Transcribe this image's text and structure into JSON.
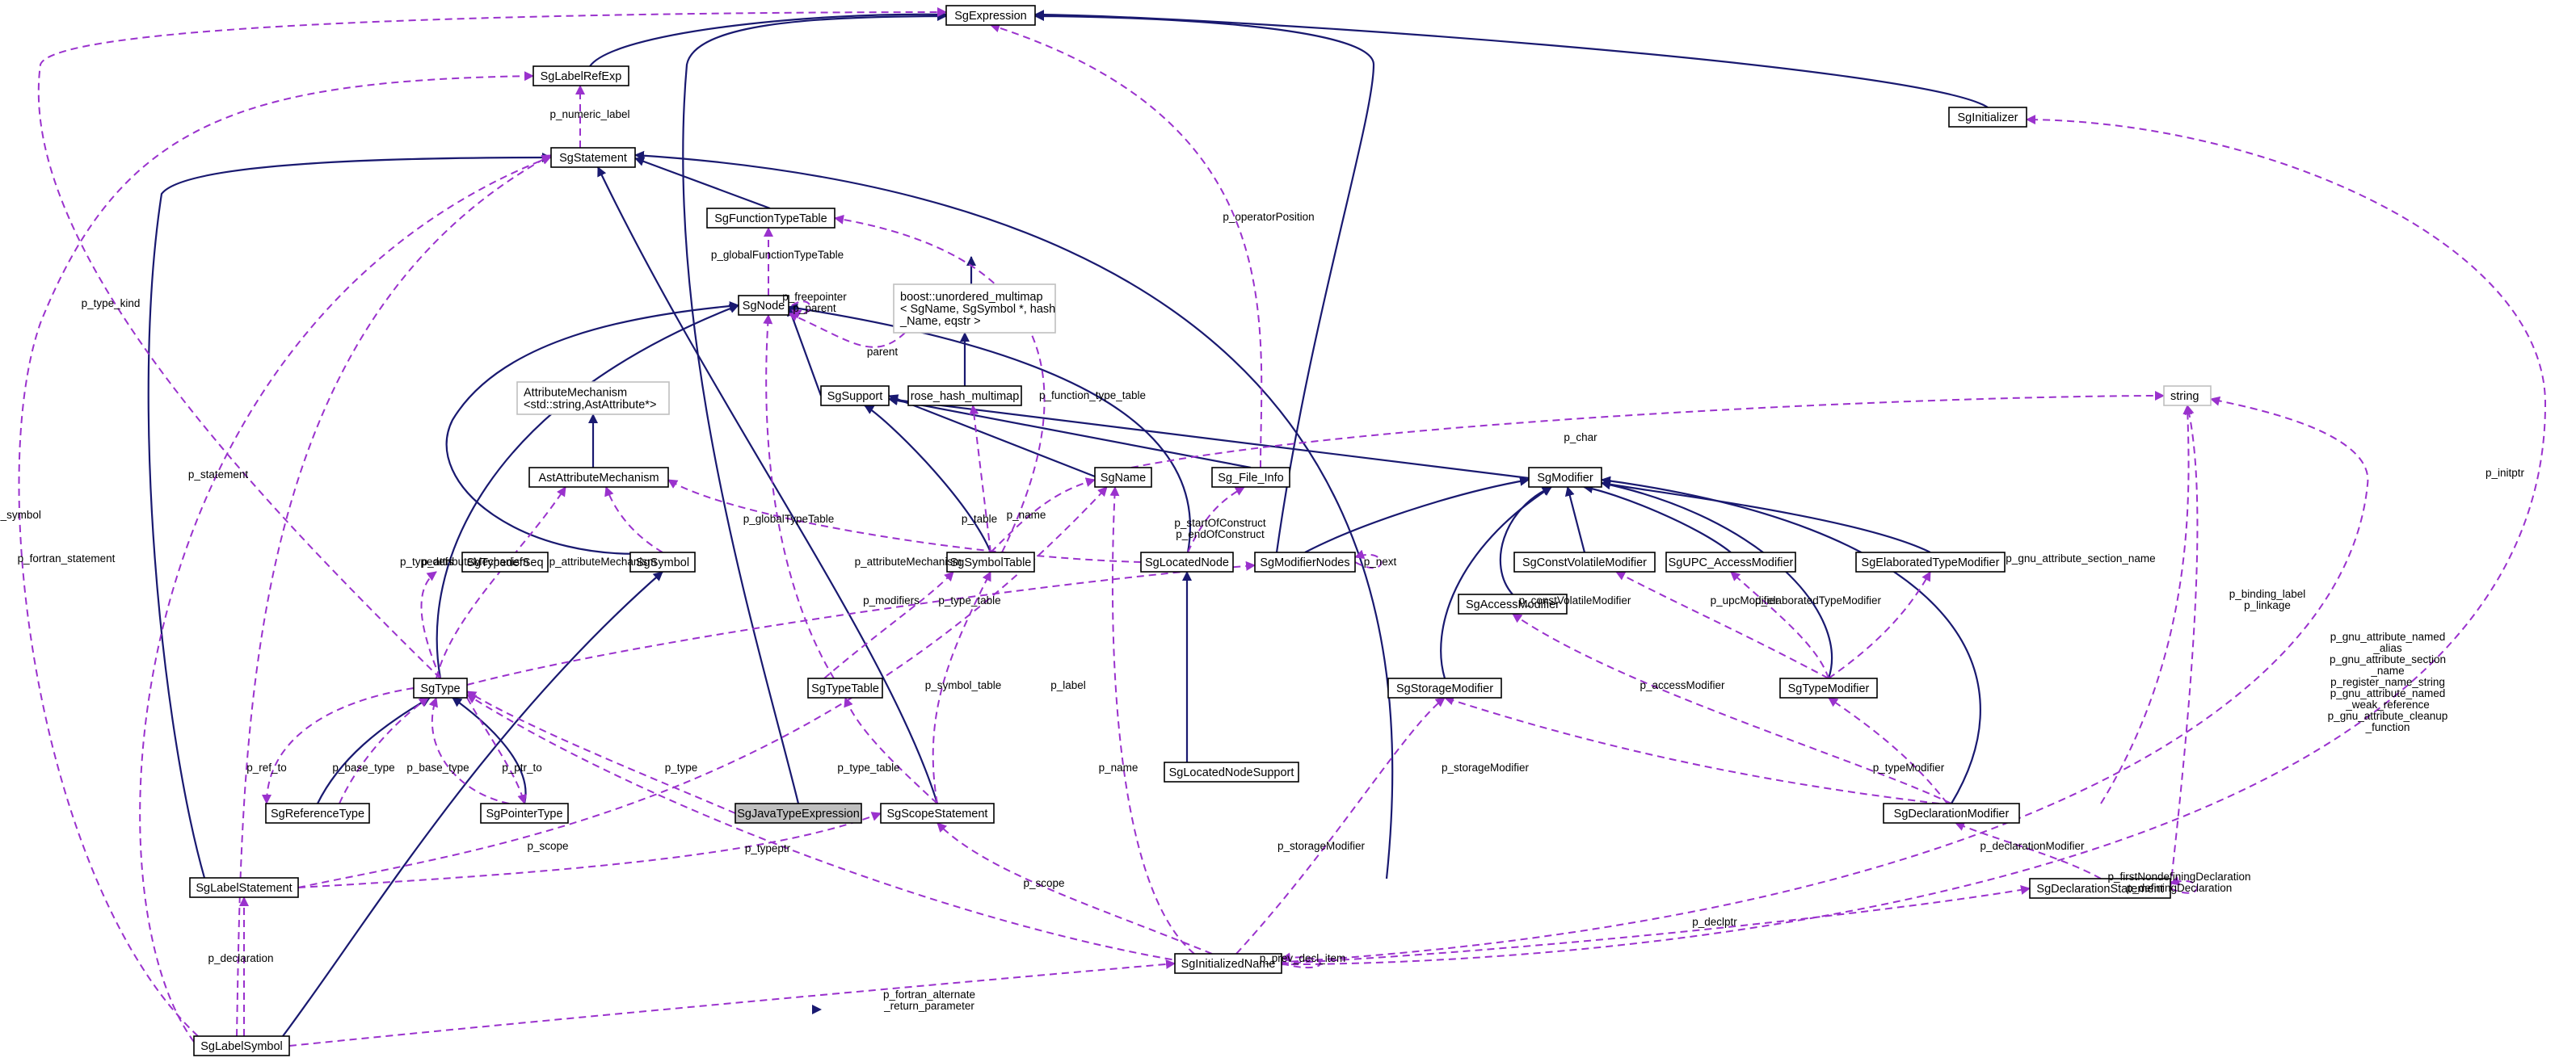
{
  "diagram": {
    "title": "",
    "colors": {
      "inheritance": "#191970",
      "usage": "#9a32cd",
      "node_border": "#000000",
      "highlight_fill": "#bfbfbf",
      "external_border": "#bfbfbf"
    },
    "nodes": [
      {
        "id": "SgExpression",
        "label": "SgExpression"
      },
      {
        "id": "SgLabelRefExp",
        "label": "SgLabelRefExp"
      },
      {
        "id": "SgInitializer",
        "label": "SgInitializer"
      },
      {
        "id": "SgStatement",
        "label": "SgStatement"
      },
      {
        "id": "SgFunctionTypeTable",
        "label": "SgFunctionTypeTable"
      },
      {
        "id": "SgNode",
        "label": "SgNode"
      },
      {
        "id": "boost_multimap",
        "label": "boost::unordered_multimap\n< SgName, SgSymbol *, hash\n_Name, eqstr >",
        "external": true
      },
      {
        "id": "AttributeMechanism",
        "label": "AttributeMechanism\n<std::string,AstAttribute*>",
        "external": true
      },
      {
        "id": "SgSupport",
        "label": "SgSupport"
      },
      {
        "id": "rose_hash_multimap",
        "label": "rose_hash_multimap"
      },
      {
        "id": "string",
        "label": "string",
        "external": true
      },
      {
        "id": "AstAttributeMechanism",
        "label": "AstAttributeMechanism"
      },
      {
        "id": "SgName",
        "label": "SgName"
      },
      {
        "id": "Sg_File_Info",
        "label": "Sg_File_Info"
      },
      {
        "id": "SgModifier",
        "label": "SgModifier"
      },
      {
        "id": "SgTypedefSeq",
        "label": "SgTypedefSeq"
      },
      {
        "id": "SgSymbol",
        "label": "SgSymbol"
      },
      {
        "id": "SgSymbolTable",
        "label": "SgSymbolTable"
      },
      {
        "id": "SgLocatedNode",
        "label": "SgLocatedNode"
      },
      {
        "id": "SgModifierNodes",
        "label": "SgModifierNodes"
      },
      {
        "id": "SgConstVolatileModifier",
        "label": "SgConstVolatileModifier"
      },
      {
        "id": "SgUPC_AccessModifier",
        "label": "SgUPC_AccessModifier"
      },
      {
        "id": "SgElaboratedTypeModifier",
        "label": "SgElaboratedTypeModifier"
      },
      {
        "id": "SgAccessModifier",
        "label": "SgAccessModifier"
      },
      {
        "id": "SgType",
        "label": "SgType"
      },
      {
        "id": "SgTypeTable",
        "label": "SgTypeTable"
      },
      {
        "id": "SgStorageModifier",
        "label": "SgStorageModifier"
      },
      {
        "id": "SgTypeModifier",
        "label": "SgTypeModifier"
      },
      {
        "id": "SgLocatedNodeSupport",
        "label": "SgLocatedNodeSupport"
      },
      {
        "id": "SgReferenceType",
        "label": "SgReferenceType"
      },
      {
        "id": "SgPointerType",
        "label": "SgPointerType"
      },
      {
        "id": "SgJavaTypeExpression",
        "label": "SgJavaTypeExpression",
        "highlighted": true
      },
      {
        "id": "SgScopeStatement",
        "label": "SgScopeStatement"
      },
      {
        "id": "SgDeclarationModifier",
        "label": "SgDeclarationModifier"
      },
      {
        "id": "SgLabelStatement",
        "label": "SgLabelStatement"
      },
      {
        "id": "SgDeclarationStatement",
        "label": "SgDeclarationStatement"
      },
      {
        "id": "SgInitializedName",
        "label": "SgInitializedName"
      },
      {
        "id": "SgLabelSymbol",
        "label": "SgLabelSymbol"
      }
    ],
    "edge_labels": [
      {
        "id": "p_numeric_label",
        "text": "p_numeric_label"
      },
      {
        "id": "p_operatorPosition",
        "text": "p_operatorPosition"
      },
      {
        "id": "p_globalFunctionTypeTable",
        "text": "p_globalFunctionTypeTable"
      },
      {
        "id": "p_freepointer",
        "text": "p_freepointer\np_parent"
      },
      {
        "id": "parent",
        "text": "parent"
      },
      {
        "id": "p_type_kind",
        "text": "p_type_kind"
      },
      {
        "id": "p_function_type_table",
        "text": "p_function_type_table"
      },
      {
        "id": "p_initptr",
        "text": "p_initptr"
      },
      {
        "id": "p_char",
        "text": "p_char"
      },
      {
        "id": "p_statement",
        "text": "p_statement"
      },
      {
        "id": "p_symbol",
        "text": "p_symbol"
      },
      {
        "id": "p_globalTypeTable",
        "text": "p_globalTypeTable"
      },
      {
        "id": "p_table",
        "text": "p_table"
      },
      {
        "id": "p_name_sym",
        "text": "p_name"
      },
      {
        "id": "p_attributeMechanism_1",
        "text": "p_attributeMechanism"
      },
      {
        "id": "p_startOfConstruct",
        "text": "p_startOfConstruct\np_endOfConstruct"
      },
      {
        "id": "p_gnu_attribute_section_name",
        "text": "p_gnu_attribute_section_name"
      },
      {
        "id": "p_fortran_statement",
        "text": "p_fortran_statement"
      },
      {
        "id": "p_typedefs",
        "text": "p_typedefs"
      },
      {
        "id": "p_attributeMechanism_2",
        "text": "p_attributeMechanism"
      },
      {
        "id": "p_attributeMechanism_3",
        "text": "p_attributeMechanism"
      },
      {
        "id": "p_next",
        "text": "p_next"
      },
      {
        "id": "p_modifiers",
        "text": "p_modifiers"
      },
      {
        "id": "p_type_table",
        "text": "p_type_table"
      },
      {
        "id": "p_constVolatileModifier",
        "text": "p_constVolatileModifier"
      },
      {
        "id": "p_upcModifier",
        "text": "p_upcModifier"
      },
      {
        "id": "p_elaboratedTypeModifier",
        "text": "p_elaboratedTypeModifier"
      },
      {
        "id": "p_binding_label",
        "text": "p_binding_label\np_linkage"
      },
      {
        "id": "p_gnu_attribute_named",
        "text": "p_gnu_attribute_named\n_alias\np_gnu_attribute_section\n_name\np_register_name_string\np_gnu_attribute_named\n_weak_reference\np_gnu_attribute_cleanup\n_function"
      },
      {
        "id": "p_symbol_table",
        "text": "p_symbol_table"
      },
      {
        "id": "p_label",
        "text": "p_label"
      },
      {
        "id": "p_accessModifier",
        "text": "p_accessModifier"
      },
      {
        "id": "p_ref_to",
        "text": "p_ref_to"
      },
      {
        "id": "p_base_type_1",
        "text": "p_base_type"
      },
      {
        "id": "p_base_type_2",
        "text": "p_base_type"
      },
      {
        "id": "p_ptr_to",
        "text": "p_ptr_to"
      },
      {
        "id": "p_type",
        "text": "p_type"
      },
      {
        "id": "p_type_table_2",
        "text": "p_type_table"
      },
      {
        "id": "p_name_init",
        "text": "p_name"
      },
      {
        "id": "p_storageModifier_1",
        "text": "p_storageModifier"
      },
      {
        "id": "p_typeModifier",
        "text": "p_typeModifier"
      },
      {
        "id": "p_scope_1",
        "text": "p_scope"
      },
      {
        "id": "p_typeptr",
        "text": "p_typeptr"
      },
      {
        "id": "p_storageModifier_2",
        "text": "p_storageModifier"
      },
      {
        "id": "p_declarationModifier",
        "text": "p_declarationModifier"
      },
      {
        "id": "p_firstNondefiningDeclaration",
        "text": "p_firstNondefiningDeclaration\np_definingDeclaration"
      },
      {
        "id": "p_scope_2",
        "text": "p_scope"
      },
      {
        "id": "p_declptr",
        "text": "p_declptr"
      },
      {
        "id": "p_declaration",
        "text": "p_declaration"
      },
      {
        "id": "p_prev_decl_item",
        "text": "p_prev_decl_item"
      },
      {
        "id": "p_fortran_alternate",
        "text": "p_fortran_alternate\n_return_parameter"
      }
    ]
  }
}
